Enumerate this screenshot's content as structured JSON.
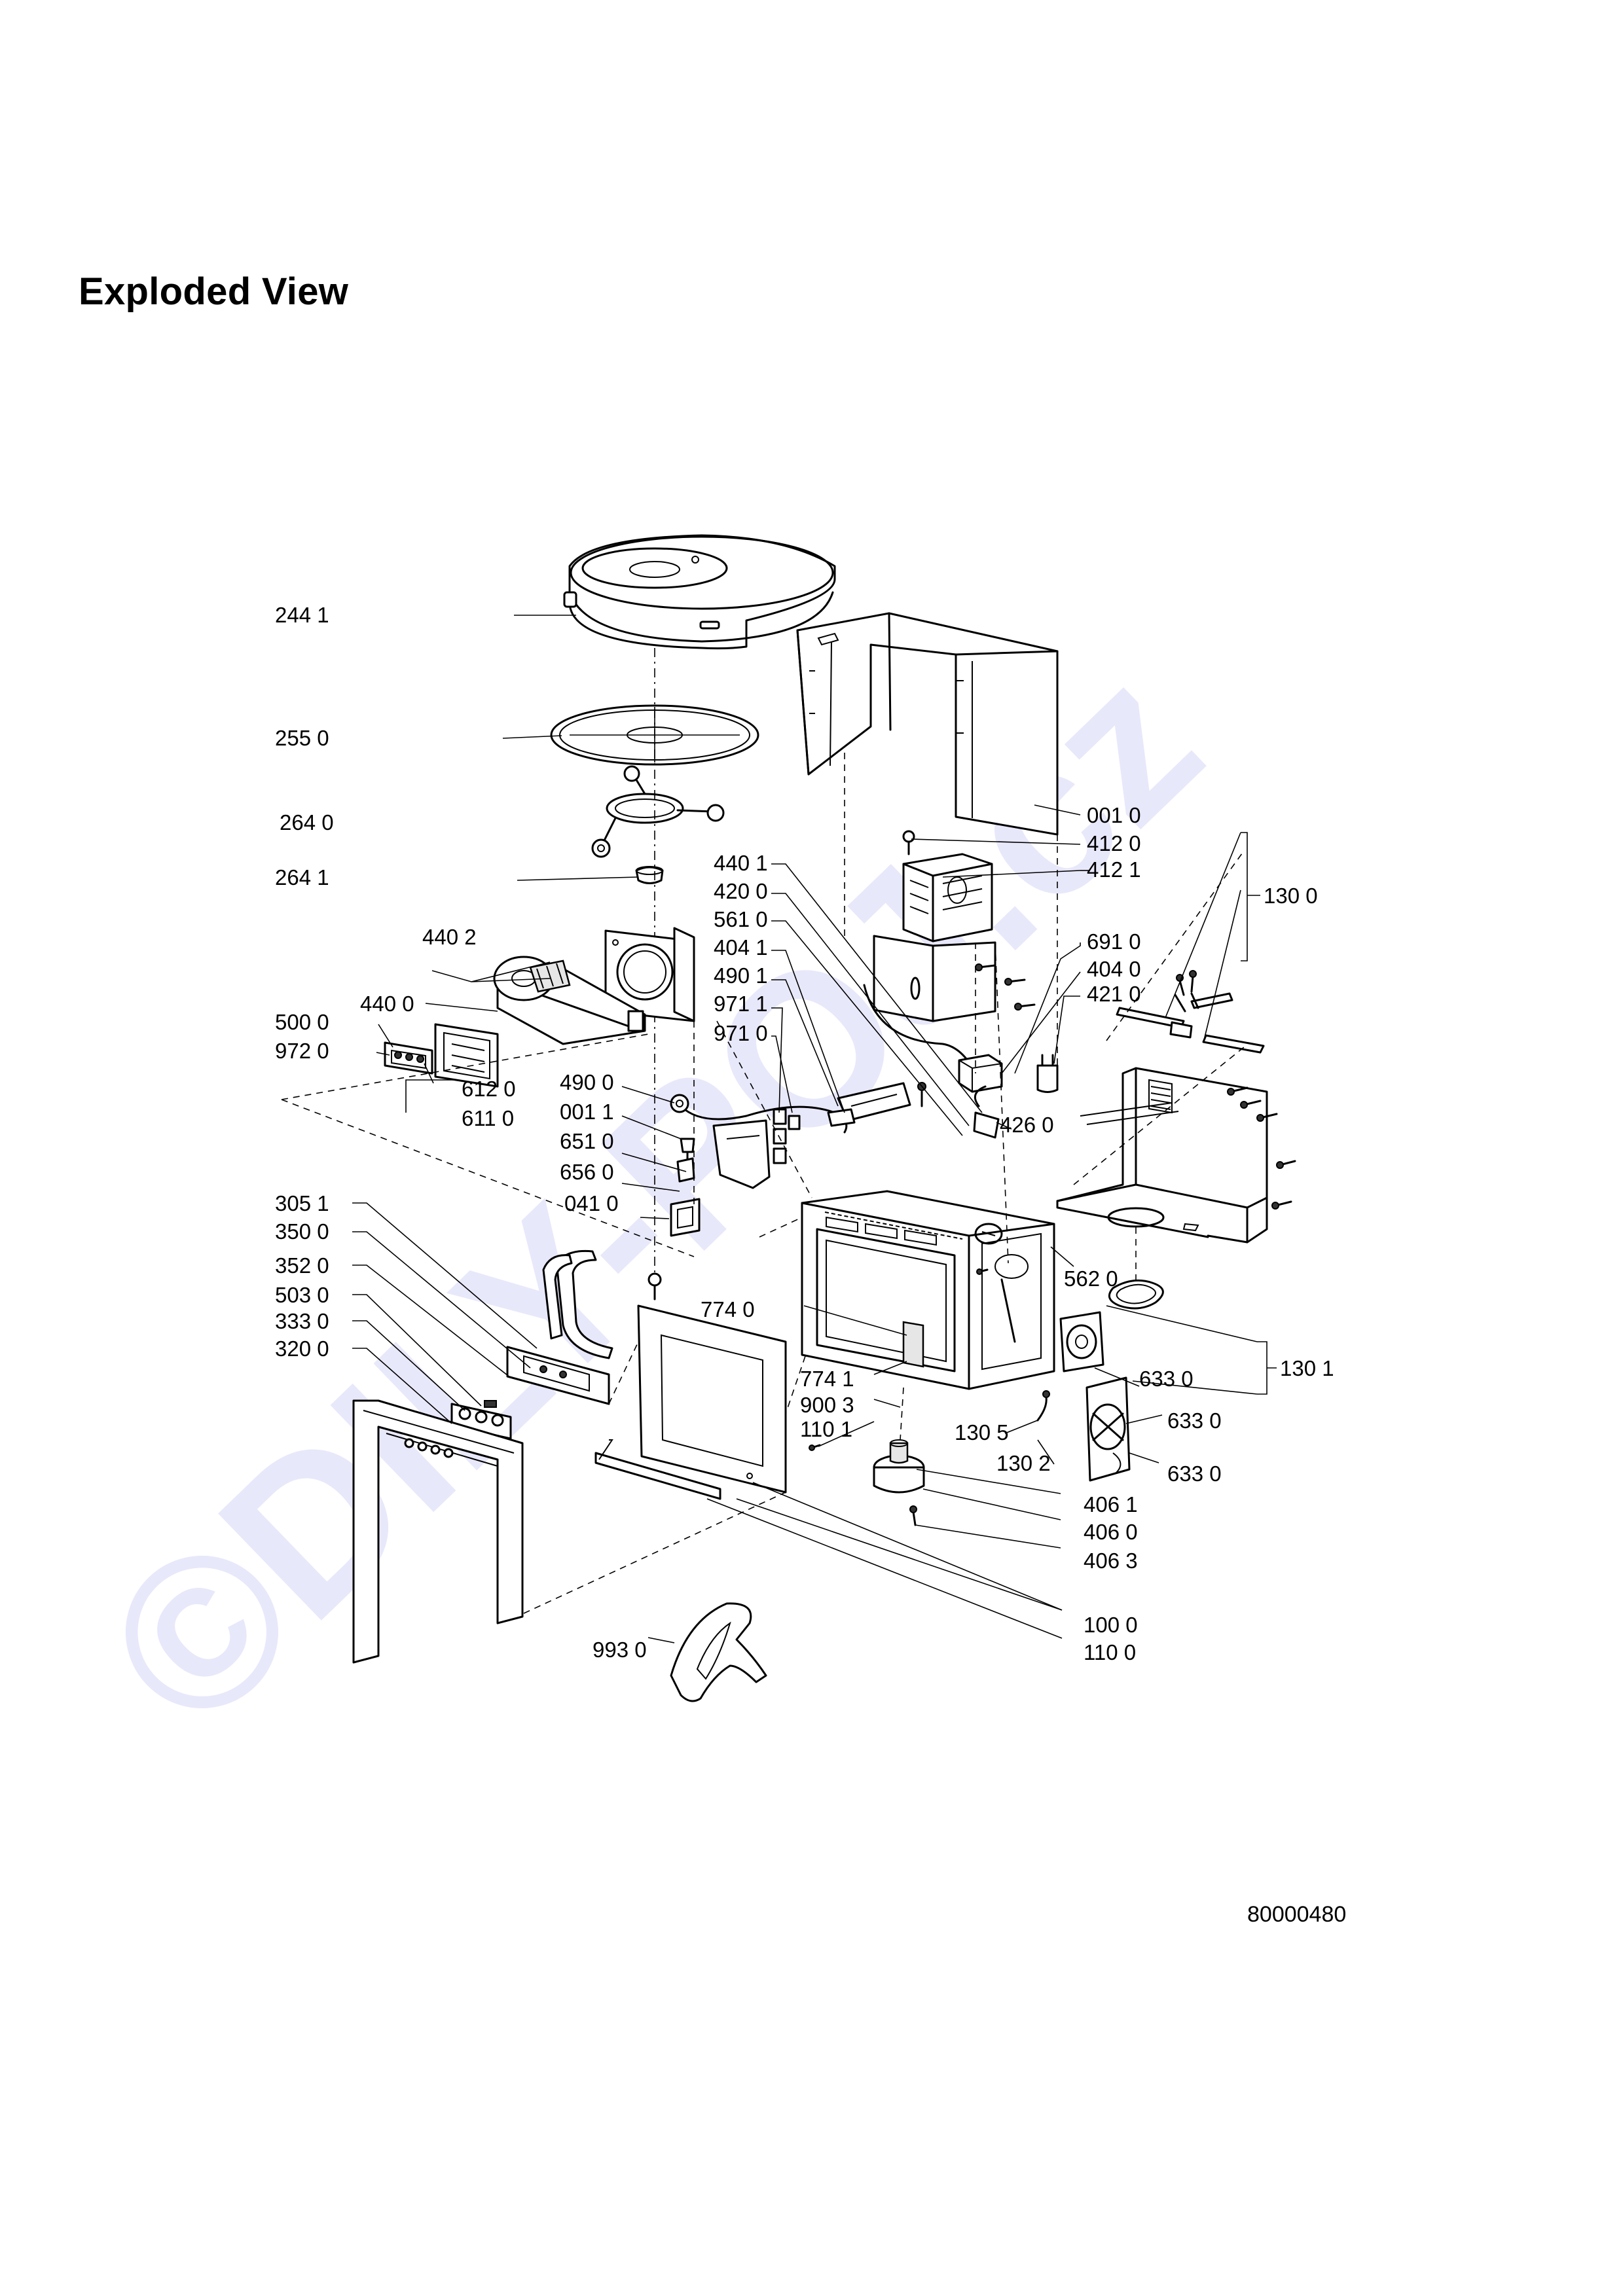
{
  "title": "Exploded View",
  "doc_code": "80000480",
  "watermark": {
    "text": "©DILY-POJ.cz",
    "color": "#e8e8fb"
  },
  "labels": {
    "l2441": "244 1",
    "l2550": "255 0",
    "l2640": "264 0",
    "l2641": "264 1",
    "l4402": "440 2",
    "l4400": "440 0",
    "l5000": "500 0",
    "l9720": "972 0",
    "l6120": "612 0",
    "l6110": "611 0",
    "l4401": "440 1",
    "l4200": "420 0",
    "l5610": "561 0",
    "l4041": "404 1",
    "l4901": "490 1",
    "l9711": "971 1",
    "l9710": "971 0",
    "l4900": "490 0",
    "l0011": "001 1",
    "l6510": "651 0",
    "l6560": "656 0",
    "l0410": "041 0",
    "l0010": "001 0",
    "l4120": "412 0",
    "l4121": "412 1",
    "l1300": "130 0",
    "l6910": "691 0",
    "l4040": "404 0",
    "l4210": "421 0",
    "l4260": "426 0",
    "l5620": "562 0",
    "l7740": "774 0",
    "l7741": "774 1",
    "l9003": "900 3",
    "l1101": "110 1",
    "l3051": "305 1",
    "l3500": "350 0",
    "l3520": "352 0",
    "l5030": "503 0",
    "l3330": "333 0",
    "l3200": "320 0",
    "l1301": "130 1",
    "l6330a": "633 0",
    "l6330b": "633 0",
    "l6330c": "633 0",
    "l1305": "130 5",
    "l1302": "130 2",
    "l4061": "406 1",
    "l4060": "406 0",
    "l4063": "406 3",
    "l1000": "100 0",
    "l1100": "110 0",
    "l9930": "993 0"
  }
}
